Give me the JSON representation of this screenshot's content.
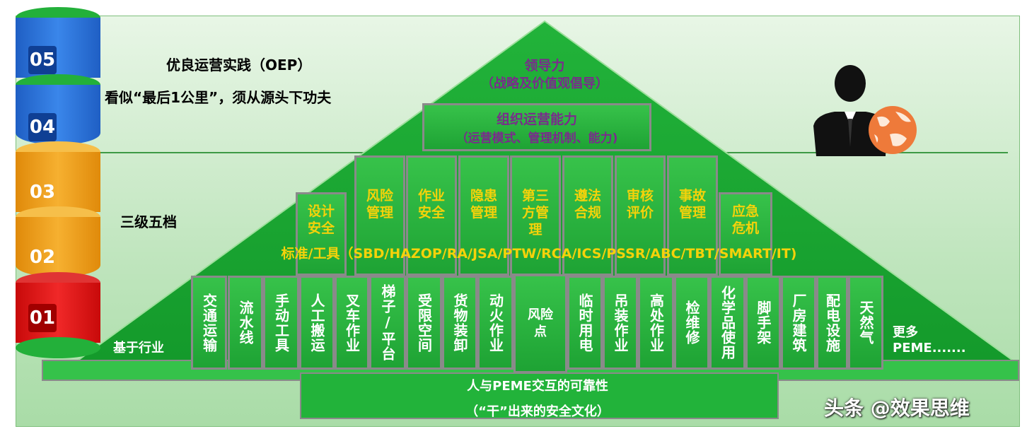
{
  "levels": [
    {
      "label": "05",
      "color": "#2a6fd6",
      "cap": "#1aa33a"
    },
    {
      "label": "04",
      "color": "#2a6fd6",
      "cap": "#1aa33a"
    },
    {
      "label": "03",
      "color": "#f2a11a",
      "cap": "#f3b73a"
    },
    {
      "label": "02",
      "color": "#f2a11a",
      "cap": "#f3b73a"
    },
    {
      "label": "01",
      "color": "#e01414",
      "cap": "#1aa33a"
    }
  ],
  "left_text": {
    "oep_title": "优良运营实践（OEP）",
    "oep_sub": "看似“最后1公里”，须从源头下功夫",
    "three_levels": "三级五档",
    "base_industry": "基于行业"
  },
  "pyramid": {
    "top_title": "领导力",
    "top_sub": "（战略及价值观倡导）",
    "org_title": "组织运营能力",
    "org_sub": "（运营模式、管理机制、能力)",
    "mid_items": [
      "设计安全",
      "风险管理",
      "作业安全",
      "隐患管理",
      "第三方管理",
      "遵法合规",
      "审核评价",
      "事故管理",
      "应急危机"
    ],
    "standards": "标准/工具（SBD/HAZOP/RA/JSA/PTW/RCA/ICS/PSSR/ABC/TBT/SMART/IT)",
    "base_items": [
      "交通运输",
      "流水线",
      "手动工具",
      "人工搬运",
      "叉车作业",
      "梯子/平台",
      "受限空间",
      "货物装卸",
      "动火作业",
      "风险点",
      "临时用电",
      "吊装作业",
      "高处作业",
      "检维修",
      "化学品使用",
      "脚手架",
      "厂房建筑",
      "配电设施",
      "天然气"
    ],
    "more": "更多PEME.......",
    "bottom_title": "人与PEME交互的可靠性",
    "bottom_sub": "（“干”出来的安全文化）"
  },
  "watermark": "头条 @效果思维",
  "icons": {
    "leader": "businessman-globe-icon"
  }
}
